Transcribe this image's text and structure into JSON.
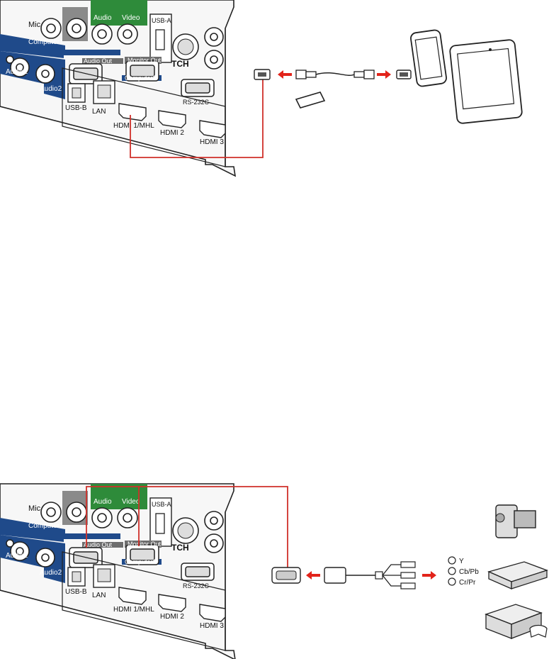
{
  "panel": {
    "mic": "Mic",
    "audio": "Audio",
    "video": "Video",
    "usb_a": "USB-A",
    "computer1": "Computer1",
    "audio_out": "Audio Out",
    "monitor_out": "Monitor Out",
    "computer2": "Computer2",
    "audio1": "Audio1",
    "audio2": "Audio2",
    "tch": "TCH",
    "rs232c": "RS-232C",
    "usb_b": "USB-B",
    "lan": "LAN",
    "hdmi1": "HDMI 1/MHL",
    "hdmi2": "HDMI 2",
    "hdmi3": "HDMI 3"
  },
  "component_labels": {
    "y": "Y",
    "cb_pb": "Cb/Pb",
    "cr_pr": "Cr/Pr"
  },
  "colors": {
    "blue": "#1f4a8a",
    "green": "#2e8b3a",
    "gray": "#6e6e6e",
    "red_line": "#d0302a",
    "arrow": "#e2231a"
  }
}
